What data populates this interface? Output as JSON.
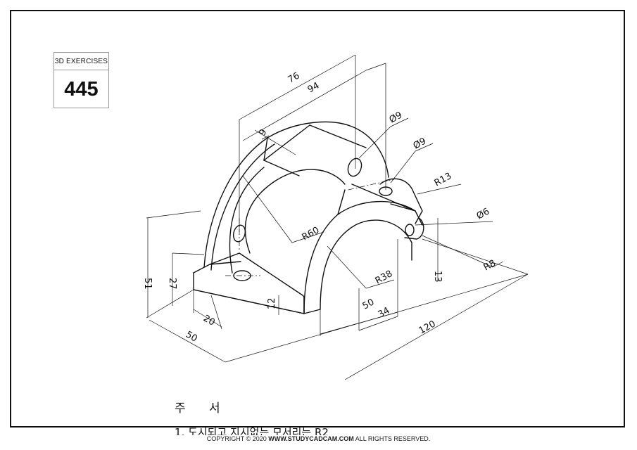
{
  "badge": {
    "label": "3D EXERCISES",
    "number": "445"
  },
  "dimensions": {
    "d76": "76",
    "d94": "94",
    "d9_top": "9",
    "dia9_a": "Ø9",
    "dia9_b": "Ø9",
    "r13": "R13",
    "dia6": "Ø6",
    "r60": "R60",
    "r38": "R38",
    "r8": "R8",
    "d51": "51",
    "d27": "27",
    "d12a": "12",
    "d12b": "13",
    "d20": "20",
    "d50a": "50",
    "d50b": "50",
    "d34": "34",
    "d120": "120"
  },
  "notes": {
    "title": "주 서",
    "line1": "1. 도시되고 지시없는 모서리는 R2"
  },
  "footer": {
    "prefix": "COPYRIGHT © 2020 ",
    "site": "WWW.STUDYCADCAM.COM",
    "suffix": " ALL RIGHTS RESERVED."
  }
}
